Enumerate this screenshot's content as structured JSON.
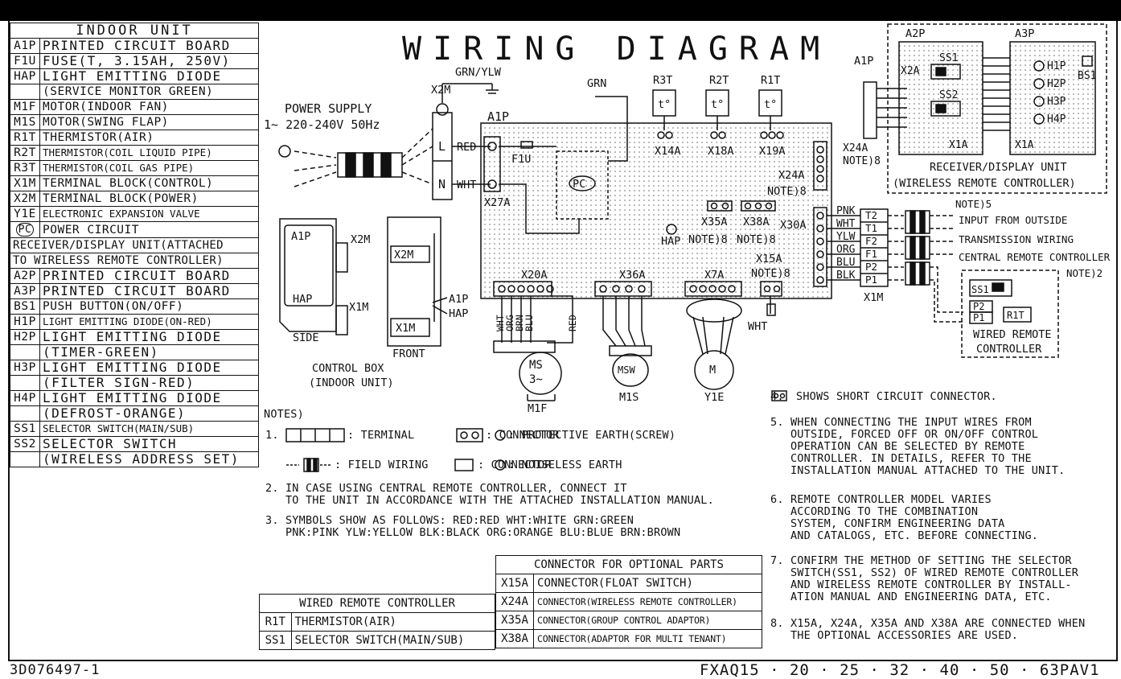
{
  "title": "WIRING DIAGRAM",
  "legend": {
    "header": "INDOOR UNIT",
    "rows": [
      {
        "code": "A1P",
        "desc": "PRINTED CIRCUIT BOARD"
      },
      {
        "code": "F1U",
        "desc": "FUSE(T, 3.15AH, 250V)"
      },
      {
        "code": "HAP",
        "desc": "LIGHT EMITTING DIODE"
      },
      {
        "code": "",
        "desc": "(SERVICE MONITOR GREEN)"
      },
      {
        "code": "M1F",
        "desc": "MOTOR(INDOOR FAN)"
      },
      {
        "code": "M1S",
        "desc": "MOTOR(SWING FLAP)"
      },
      {
        "code": "R1T",
        "desc": "THERMISTOR(AIR)"
      },
      {
        "code": "R2T",
        "desc": "THERMISTOR(COIL LIQUID PIPE)"
      },
      {
        "code": "R3T",
        "desc": "THERMISTOR(COIL GAS PIPE)"
      },
      {
        "code": "X1M",
        "desc": "TERMINAL BLOCK(CONTROL)"
      },
      {
        "code": "X2M",
        "desc": "TERMINAL BLOCK(POWER)"
      },
      {
        "code": "Y1E",
        "desc": "ELECTRONIC EXPANSION VALVE"
      },
      {
        "code": "PC",
        "desc": "POWER CIRCUIT"
      }
    ],
    "section": [
      "RECEIVER/DISPLAY UNIT(ATTACHED",
      "TO WIRELESS REMOTE CONTROLLER)"
    ],
    "rows2": [
      {
        "code": "A2P",
        "desc": "PRINTED CIRCUIT BOARD"
      },
      {
        "code": "A3P",
        "desc": "PRINTED CIRCUIT BOARD"
      },
      {
        "code": "BS1",
        "desc": "PUSH BUTTON(ON/OFF)"
      },
      {
        "code": "H1P",
        "desc": "LIGHT EMITTING DIODE(ON-RED)"
      },
      {
        "code": "H2P",
        "desc": "LIGHT EMITTING DIODE"
      },
      {
        "code": "",
        "desc": "(TIMER-GREEN)"
      },
      {
        "code": "H3P",
        "desc": "LIGHT EMITTING DIODE"
      },
      {
        "code": "",
        "desc": "(FILTER SIGN-RED)"
      },
      {
        "code": "H4P",
        "desc": "LIGHT EMITTING DIODE"
      },
      {
        "code": "",
        "desc": "(DEFROST-ORANGE)"
      },
      {
        "code": "SS1",
        "desc": "SELECTOR SWITCH(MAIN/SUB)"
      },
      {
        "code": "SS2",
        "desc": "SELECTOR SWITCH"
      },
      {
        "code": "",
        "desc": "(WIRELESS ADDRESS SET)"
      }
    ]
  },
  "diagram": {
    "power_supply": [
      "POWER SUPPLY",
      "1~ 220-240V 50Hz"
    ],
    "labels": {
      "x2m": "X2M",
      "grn_ylw": "GRN/YLW",
      "grn": "GRN",
      "a1p": "A1P",
      "l": "L",
      "n": "N",
      "red": "RED",
      "wht": "WHT",
      "f1u": "F1U",
      "pc": "PC",
      "x27a": "X27A",
      "r3t": "R3T",
      "r2t": "R2T",
      "r1t": "R1T",
      "x14a": "X14A",
      "x18a": "X18A",
      "x19a": "X19A",
      "x24a": "X24A",
      "note8": "NOTE)8",
      "x35a": "X35A",
      "x38a": "X38A",
      "x30a": "X30A",
      "x15a": "X15A",
      "hap": "HAP",
      "x20a": "X20A",
      "x36a": "X36A",
      "x7a": "X7A",
      "pnk": "PNK",
      "wht2": "WHT",
      "ylw": "YLW",
      "org": "ORG",
      "blu": "BLU",
      "blk": "BLK",
      "t2": "T2",
      "t1": "T1",
      "f2": "F2",
      "f1": "F1",
      "p2": "P2",
      "p1": "P1",
      "x1m": "X1M",
      "note5": "NOTE)5",
      "input_outside": "INPUT FROM OUTSIDE",
      "transmission": "TRANSMISSION WIRING",
      "central_rc": "CENTRAL REMOTE CONTROLLER",
      "note2": "NOTE)2",
      "ss1": "SS1",
      "r1t_w": "R1T",
      "wired_rc": [
        "WIRED REMOTE",
        "CONTROLLER"
      ],
      "a2p": "A2P",
      "a3p": "A3P",
      "ss2": "SS2",
      "x2a": "X2A",
      "x1a": "X1A",
      "h1p": "H1P",
      "h2p": "H2P",
      "h3p": "H3P",
      "h4p": "H4P",
      "bs1": "BS1",
      "receiver": [
        "RECEIVER/DISPLAY UNIT",
        "(WIRELESS REMOTE CONTROLLER)"
      ],
      "x24a_note": [
        "X24A",
        "NOTE)8"
      ],
      "side": "SIDE",
      "front": "FRONT",
      "control_box": [
        "CONTROL BOX",
        "(INDOOR UNIT)"
      ],
      "x1m_cb": "X1M",
      "x2m_cb": "X2M",
      "hap_cb": "HAP",
      "a1p_cb": "A1P",
      "wire_colors": [
        "WHT",
        "ORG",
        "BRN",
        "BLU",
        "RED"
      ],
      "ms": [
        "MS",
        "3~"
      ],
      "m1f": "M1F",
      "msw": "MSW",
      "m1s": "M1S",
      "m": "M",
      "y1e": "Y1E",
      "t_deg": "t°"
    }
  },
  "notes_left": {
    "head": "NOTES)",
    "n1_terminal": ": TERMINAL",
    "n1_connector": ": CONNECTOR",
    "n1_earth": ": PROTECTIVE EARTH(SCREW)",
    "n1_field": ": FIELD WIRING",
    "n1_connector2": ": CONNECTOR",
    "n1_noiseless": ": NOISELESS EARTH",
    "n2": "2. IN CASE USING CENTRAL REMOTE CONTROLLER, CONNECT IT\n   TO THE UNIT IN ACCORDANCE WITH THE ATTACHED INSTALLATION MANUAL.",
    "n3": "3. SYMBOLS SHOW AS FOLLOWS: RED:RED WHT:WHITE GRN:GREEN\n   PNK:PINK YLW:YELLOW BLK:BLACK ORG:ORANGE BLU:BLUE BRN:BROWN"
  },
  "notes_right": {
    "n4": "SHOWS SHORT CIRCUIT CONNECTOR.",
    "n5": "5. WHEN CONNECTING THE INPUT WIRES FROM\n   OUTSIDE, FORCED OFF OR ON/OFF CONTROL\n   OPERATION CAN BE SELECTED BY REMOTE\n   CONTROLLER. IN DETAILS, REFER TO THE\n   INSTALLATION MANUAL ATTACHED TO THE UNIT.",
    "n6": "6. REMOTE CONTROLLER MODEL VARIES\n   ACCORDING TO THE COMBINATION\n   SYSTEM, CONFIRM ENGINEERING DATA\n   AND CATALOGS, ETC. BEFORE CONNECTING.",
    "n7": "7. CONFIRM THE METHOD OF SETTING THE SELECTOR\n   SWITCH(SS1, SS2) OF WIRED REMOTE CONTROLLER\n   AND WIRELESS REMOTE CONTROLLER BY INSTALL-\n   ATION MANUAL AND ENGINEERING DATA, ETC.",
    "n8": "8. X15A, X24A, X35A AND X38A ARE CONNECTED WHEN\n   THE OPTIONAL ACCESSORIES ARE USED."
  },
  "wired_table": {
    "header": "WIRED REMOTE CONTROLLER",
    "rows": [
      {
        "code": "R1T",
        "desc": "THERMISTOR(AIR)"
      },
      {
        "code": "SS1",
        "desc": "SELECTOR SWITCH(MAIN/SUB)"
      }
    ]
  },
  "optional_table": {
    "header": "CONNECTOR FOR OPTIONAL PARTS",
    "rows": [
      {
        "code": "X15A",
        "desc": "CONNECTOR(FLOAT SWITCH)"
      },
      {
        "code": "X24A",
        "desc": "CONNECTOR(WIRELESS REMOTE CONTROLLER)"
      },
      {
        "code": "X35A",
        "desc": "CONNECTOR(GROUP CONTROL ADAPTOR)"
      },
      {
        "code": "X38A",
        "desc": "CONNECTOR(ADAPTOR FOR MULTI TENANT)"
      }
    ]
  },
  "footer": {
    "doc_no": "3D076497-1",
    "models": "FXAQ15 · 20 · 25 · 32 · 40 · 50 · 63PAV1"
  }
}
